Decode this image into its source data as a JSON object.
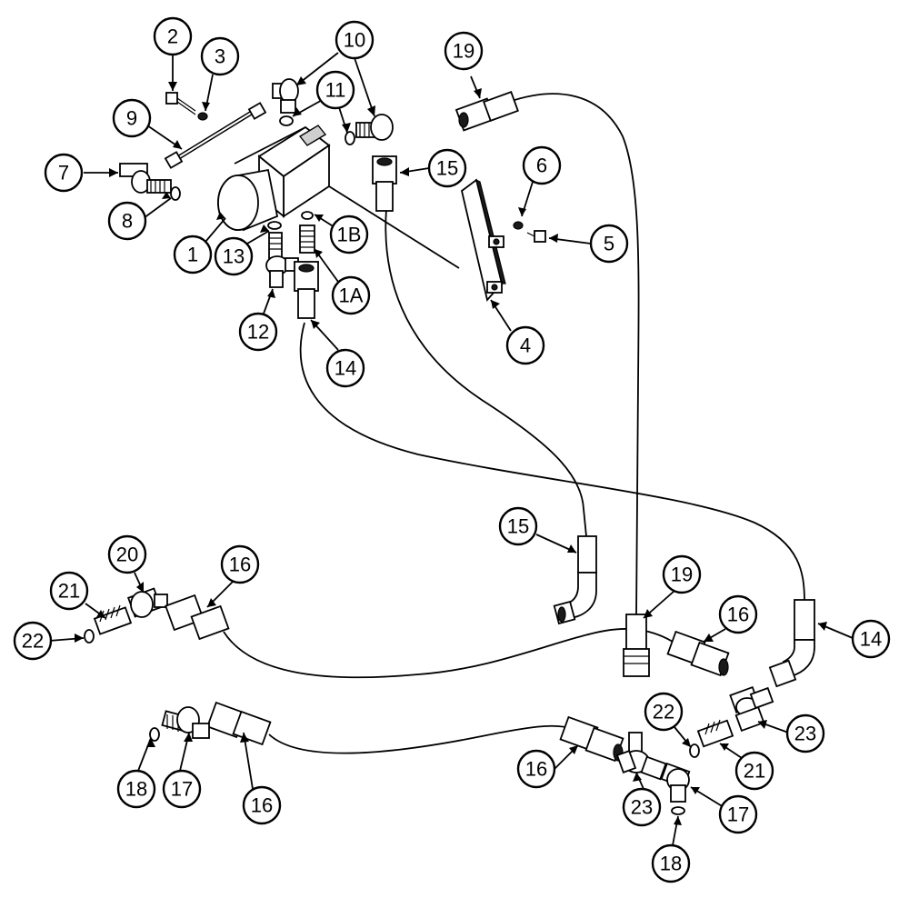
{
  "diagram": {
    "callouts": [
      {
        "id": "c-2",
        "label": "2"
      },
      {
        "id": "c-3",
        "label": "3"
      },
      {
        "id": "c-10a",
        "label": "10"
      },
      {
        "id": "c-11",
        "label": "11"
      },
      {
        "id": "c-19a",
        "label": "19"
      },
      {
        "id": "c-9",
        "label": "9"
      },
      {
        "id": "c-7",
        "label": "7"
      },
      {
        "id": "c-15a",
        "label": "15"
      },
      {
        "id": "c-6",
        "label": "6"
      },
      {
        "id": "c-8",
        "label": "8"
      },
      {
        "id": "c-1",
        "label": "1"
      },
      {
        "id": "c-1b",
        "label": "1B"
      },
      {
        "id": "c-5",
        "label": "5"
      },
      {
        "id": "c-13",
        "label": "13"
      },
      {
        "id": "c-1a",
        "label": "1A"
      },
      {
        "id": "c-12",
        "label": "12"
      },
      {
        "id": "c-4",
        "label": "4"
      },
      {
        "id": "c-14a",
        "label": "14"
      },
      {
        "id": "c-15b",
        "label": "15"
      },
      {
        "id": "c-20",
        "label": "20"
      },
      {
        "id": "c-21a",
        "label": "21"
      },
      {
        "id": "c-16a",
        "label": "16"
      },
      {
        "id": "c-19b",
        "label": "19"
      },
      {
        "id": "c-16b",
        "label": "16"
      },
      {
        "id": "c-14b",
        "label": "14"
      },
      {
        "id": "c-22a",
        "label": "22"
      },
      {
        "id": "c-22b",
        "label": "22"
      },
      {
        "id": "c-23a",
        "label": "23"
      },
      {
        "id": "c-21b",
        "label": "21"
      },
      {
        "id": "c-18a",
        "label": "18"
      },
      {
        "id": "c-17a",
        "label": "17"
      },
      {
        "id": "c-16c",
        "label": "16"
      },
      {
        "id": "c-16d",
        "label": "16"
      },
      {
        "id": "c-23b",
        "label": "23"
      },
      {
        "id": "c-17b",
        "label": "17"
      },
      {
        "id": "c-18b",
        "label": "18"
      }
    ]
  }
}
